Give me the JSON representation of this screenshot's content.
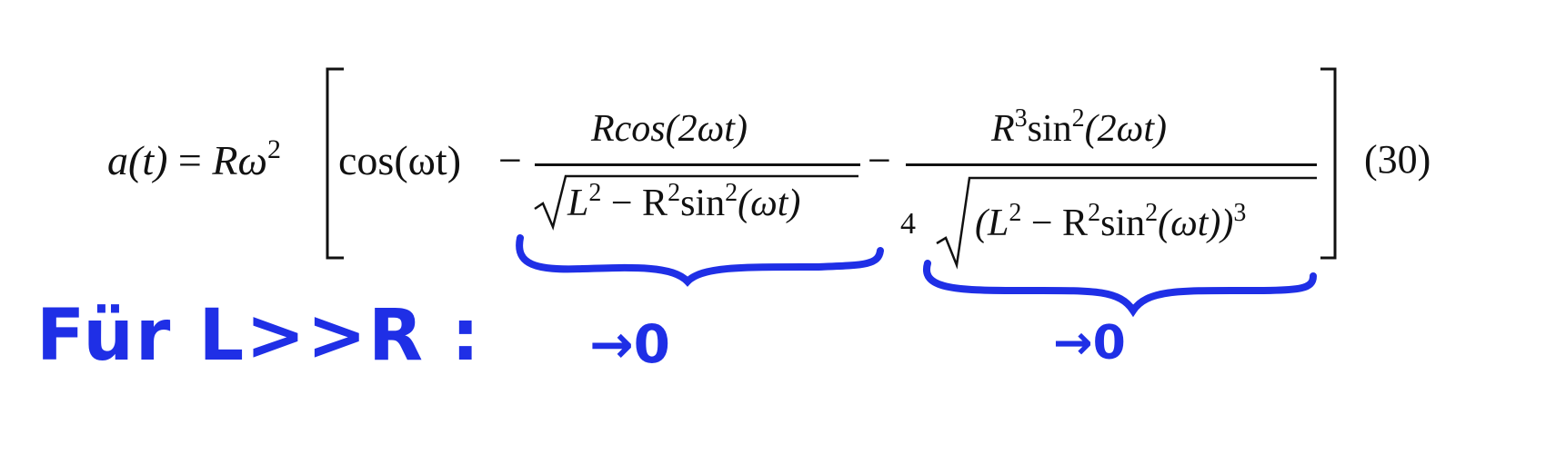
{
  "equation": {
    "lhs": "a(t)",
    "eq_sign": "=",
    "R": "R",
    "omega": "ω",
    "exp2": "2",
    "term1": "cos(ωt)",
    "minus": "−",
    "frac1_num": "Rcos(2ωt)",
    "frac1_den_a": "L",
    "frac1_den_b": "− R",
    "frac1_den_c": "sin",
    "frac1_den_d": "(ωt)",
    "frac2_num_a": "R",
    "frac2_num_exp": "3",
    "frac2_num_b": "sin",
    "frac2_num_c": "(2ωt)",
    "frac2_coef": "4",
    "frac2_den_a": "(L",
    "frac2_den_b": "− R",
    "frac2_den_c": "sin",
    "frac2_den_d": "(ωt))",
    "frac2_den_exp": "3",
    "number": "(30)"
  },
  "annotation": {
    "label": "Für L>>R :",
    "arrow1": "→0",
    "arrow2": "→0",
    "color": "#1f2fe6"
  }
}
